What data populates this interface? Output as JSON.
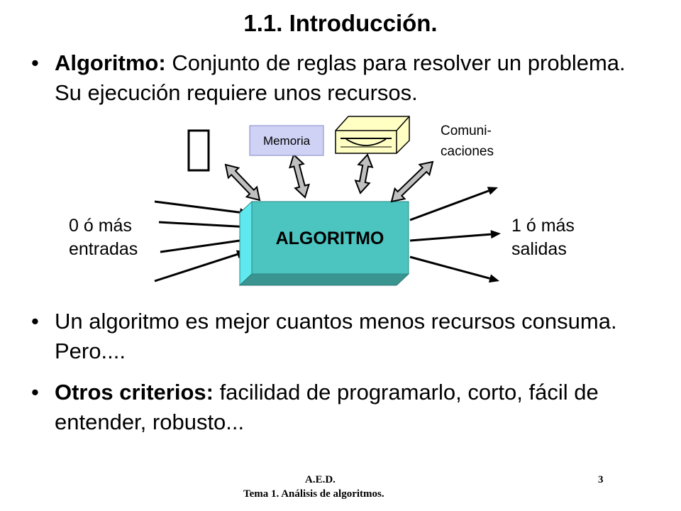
{
  "title": "1.1. Introducción.",
  "bullets": [
    {
      "marker": "•",
      "bold": "Algoritmo:",
      "text": " Conjunto de reglas para resolver un problema. Su ejecución requiere unos recursos."
    },
    {
      "marker": "•",
      "bold": "",
      "text": "Un algoritmo es mejor cuantos menos recursos consuma. Pero...."
    },
    {
      "marker": "•",
      "bold": "Otros criterios:",
      "text": " facilidad de programarlo, corto, fácil de entender, robusto..."
    }
  ],
  "diagram": {
    "center_label": "ALGORITMO",
    "memory_label": "Memoria",
    "comm_label_1": "Comuni-",
    "comm_label_2": "caciones",
    "input_label_1": "0 ó más",
    "input_label_2": "entradas",
    "output_label_1": "1 ó más",
    "output_label_2": "salidas",
    "cpu_icon": "clock-icon",
    "disk_icon": "disk-drive-icon",
    "colors": {
      "box_face": "#4cc4c0",
      "box_side": "#5fe8ee",
      "box_bottom": "#3a9490",
      "memory_box": "#cfd2f4",
      "drive": "#ffffc4",
      "arrow_fill": "#c0c0c0"
    }
  },
  "footer": {
    "course": "A.E.D.",
    "topic": "Tema 1. Análisis de algoritmos.",
    "page": "3"
  }
}
